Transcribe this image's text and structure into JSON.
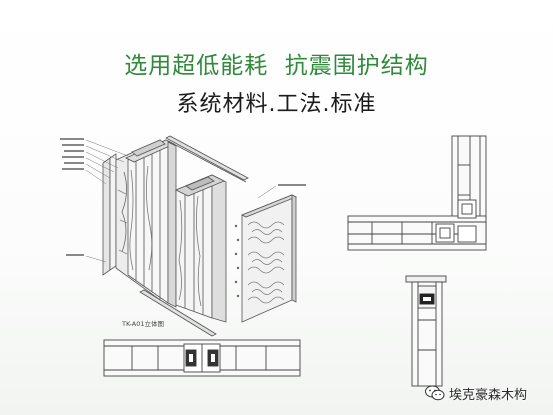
{
  "slide": {
    "title_line1": "选用超低能耗  抗震围护结构",
    "title_line2": "系统材料.工法.标准",
    "title_color": "#2f8a3a",
    "subtitle_color": "#1b1b1b"
  },
  "drawing": {
    "caption": "TK-A01立体图"
  },
  "watermark": {
    "text": "埃克豪森木构",
    "icon": "wechat-icon"
  }
}
